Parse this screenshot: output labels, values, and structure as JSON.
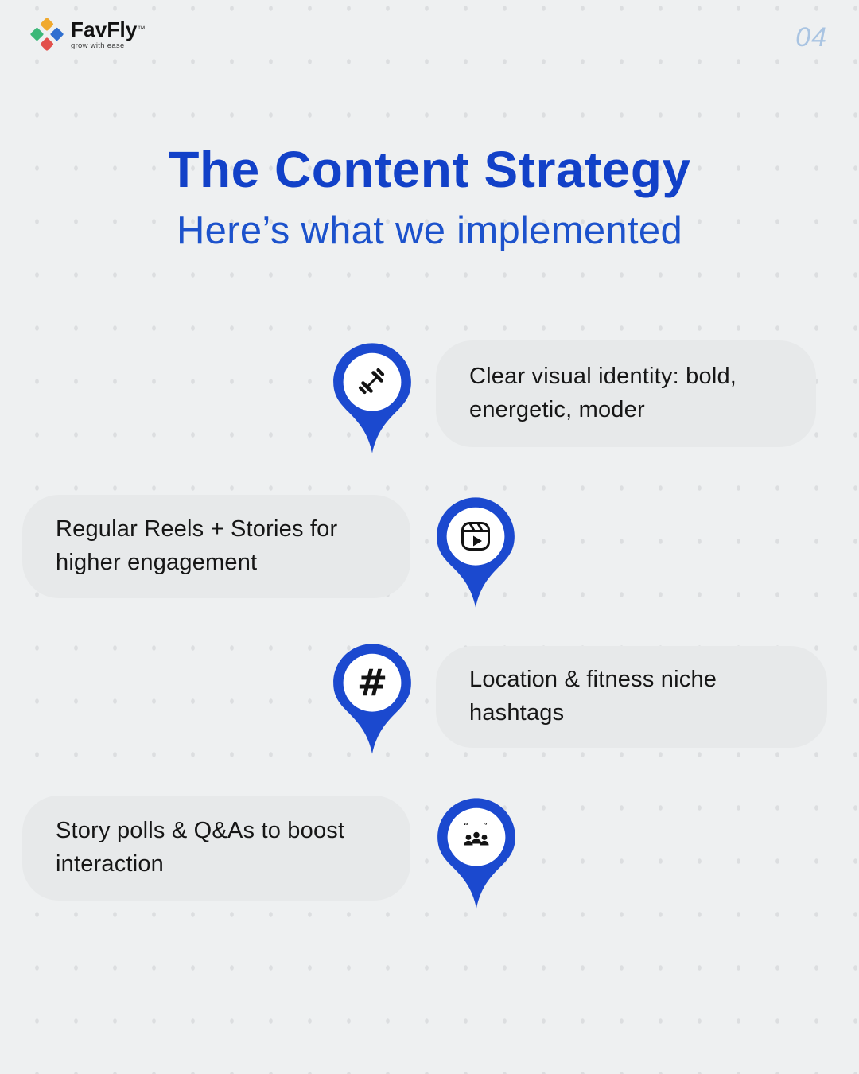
{
  "page": {
    "number": "04"
  },
  "brand": {
    "name": "FavFly",
    "trademark": "™",
    "tagline": "grow with ease"
  },
  "header": {
    "title": "The Content Strategy",
    "subtitle": "Here’s what we implemented"
  },
  "items": [
    {
      "id": "visual-identity",
      "icon": "fitness-icon",
      "text": "Clear visual identity: bold, energetic, moder"
    },
    {
      "id": "reels-stories",
      "icon": "reels-icon",
      "text": "Regular Reels + Stories for higher engagement"
    },
    {
      "id": "hashtags",
      "icon": "hashtag-icon",
      "symbol": "#",
      "text": "Location & fitness niche hashtags"
    },
    {
      "id": "story-polls",
      "icon": "audience-icon",
      "text": "Story polls & Q&As to boost interaction"
    }
  ],
  "colors": {
    "accent_blue": "#1241c8",
    "subtitle_blue": "#1c52cc",
    "pin_blue": "#1b49cf",
    "card_gray": "#e7e9ea",
    "background": "#eef0f1",
    "dot_gray": "#dcdee0",
    "page_number_blue": "#a9c4e2",
    "text_dark": "#161616"
  }
}
